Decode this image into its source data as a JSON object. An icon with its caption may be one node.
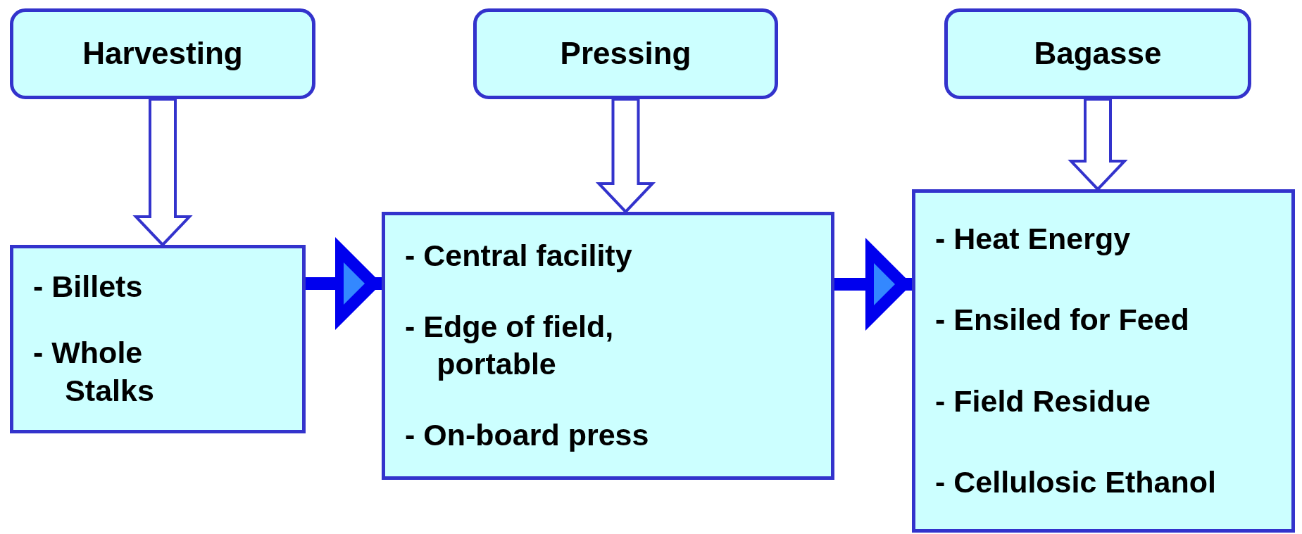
{
  "diagram": {
    "nodes": [
      {
        "text": [
          "Harvesting"
        ]
      },
      {
        "text": [
          "Pressing"
        ]
      },
      {
        "text": [
          "Bagasse"
        ]
      },
      {
        "text": [
          "- Billets",
          "- Whole Stalks"
        ]
      },
      {
        "text": [
          "- Central facility",
          "- Edge of field, portable",
          "- On-board press"
        ]
      },
      {
        "text": [
          "- Heat Energy",
          "- Ensiled for Feed",
          "- Field Residue",
          "- Cellulosic Ethanol"
        ]
      }
    ],
    "edges": [
      {
        "from": 0,
        "to": 3,
        "arrow": "to"
      },
      {
        "from": 1,
        "to": 4,
        "arrow": "to"
      },
      {
        "from": 2,
        "to": 5,
        "arrow": "to"
      },
      {
        "from": 3,
        "to": 4,
        "arrow": "to",
        "color": "#0000ee"
      },
      {
        "from": 4,
        "to": 5,
        "arrow": "to",
        "color": "#0000ee"
      }
    ]
  }
}
